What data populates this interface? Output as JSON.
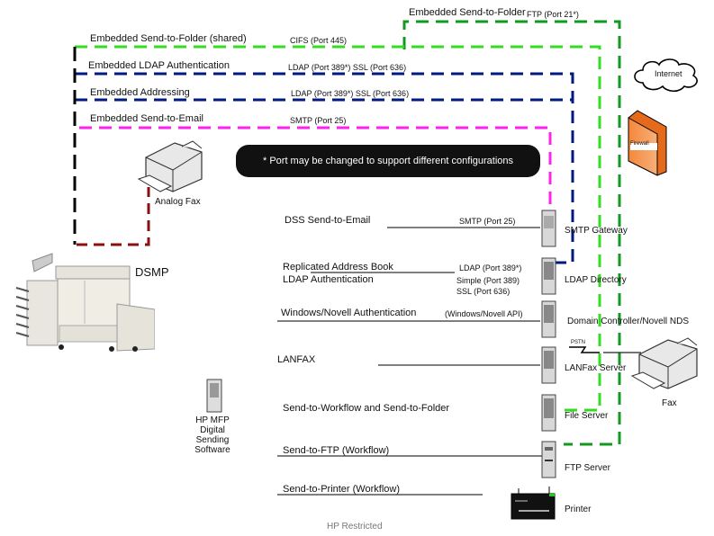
{
  "diagram": {
    "title": "HP MFP Digital Sending Connectivity",
    "embedded_protocols": [
      {
        "name": "Embedded Send-to-Folder (shared)",
        "port_label": "CIFS (Port 445)",
        "color": "#33dd22"
      },
      {
        "name": "Embedded LDAP Authentication",
        "port_label": "LDAP (Port 389*) SSL (Port 636)",
        "color": "#001a80"
      },
      {
        "name": "Embedded Addressing",
        "port_label": "LDAP (Port 389*) SSL (Port 636)",
        "color": "#001a80"
      },
      {
        "name": "Embedded Send-to-Email",
        "port_label": "SMTP (Port 25)",
        "color": "#ff22ee"
      },
      {
        "name": "Embedded Send-to-Folder",
        "port_label": "FTP (Port 21*)",
        "color": "#119922"
      }
    ],
    "note": "* Port may be changed to support different configurations",
    "devices": {
      "mfp": "DSMP",
      "analog_fax": "Analog Fax",
      "dss": "HP MFP Digital Sending Software",
      "internet": "Internet",
      "firewall": "Firewall",
      "smtp_gateway": "SMTP Gateway",
      "ldap_directory": "LDAP Directory",
      "domain_controller": "Domain Controller/Novell NDS",
      "lanfax_server": "LANFax Server",
      "fax": "Fax",
      "file_server": "File Server",
      "ftp_server": "FTP Server",
      "printer": "Printer",
      "pstn": "PSTN"
    },
    "dss_services": [
      {
        "name": "DSS Send-to-Email",
        "port_label": "SMTP (Port 25)"
      },
      {
        "name": "Replicated Address Book",
        "port_label": "LDAP (Port 389*)"
      },
      {
        "name": "LDAP Authentication",
        "port_label": "Simple (Port 389)",
        "port_label_2": "SSL (Port 636)"
      },
      {
        "name": "Windows/Novell Authentication",
        "port_label": "(Windows/Novell API)"
      },
      {
        "name": "LANFAX",
        "port_label": ""
      },
      {
        "name": "Send-to-Workflow and Send-to-Folder",
        "port_label": ""
      },
      {
        "name": "Send-to-FTP (Workflow)",
        "port_label": ""
      },
      {
        "name": "Send-to-Printer (Workflow)",
        "port_label": ""
      }
    ],
    "footer": "HP Restricted",
    "colors": {
      "cifs": "#33dd22",
      "ldap": "#001a80",
      "smtp": "#ff22ee",
      "ftp": "#119922",
      "fax_line": "#8b0f0f",
      "mfp_line": "#000000",
      "firewall": "#f07a2a"
    }
  }
}
